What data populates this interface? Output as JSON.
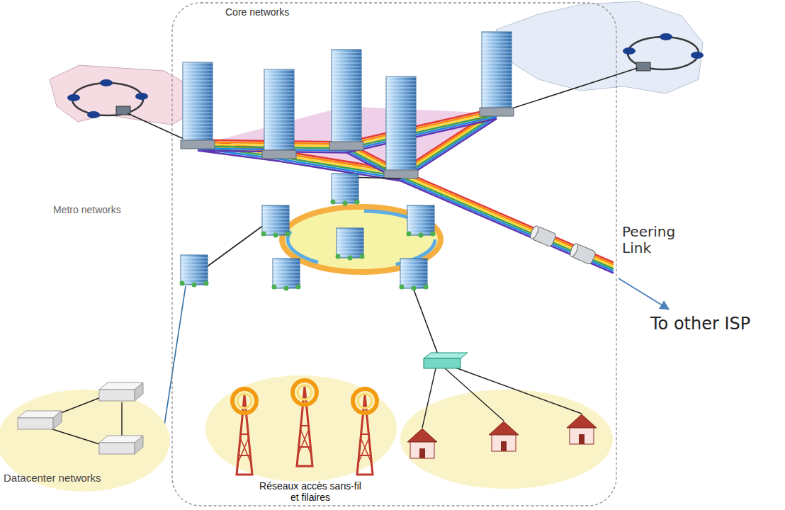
{
  "diagram": {
    "labels": [
      "Core networks",
      "Metro networks",
      "Datacenter networks",
      "Réseaux accès sans-fil et filaires",
      "Peering Link",
      "To other ISP"
    ]
  }
}
